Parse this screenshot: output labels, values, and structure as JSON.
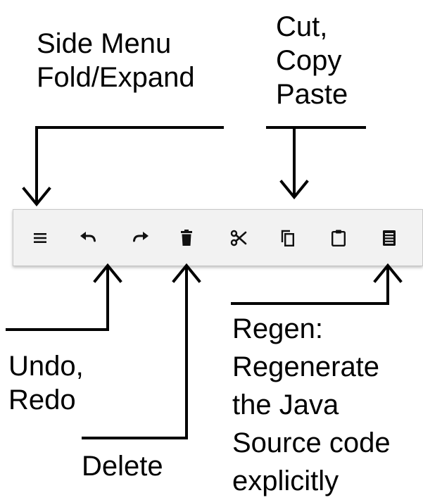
{
  "labels": {
    "side_menu": [
      "Side Menu",
      "Fold/Expand"
    ],
    "cut_copy_paste": [
      "Cut,",
      "Copy",
      "Paste"
    ],
    "undo_redo": [
      "Undo,",
      "Redo"
    ],
    "delete": "Delete",
    "regen": [
      "Regen:",
      "Regenerate",
      "the Java",
      "Source code",
      "explicitly"
    ]
  },
  "toolbar": {
    "buttons": [
      {
        "name": "menu-icon"
      },
      {
        "name": "undo-icon"
      },
      {
        "name": "redo-icon"
      },
      {
        "name": "delete-icon"
      },
      {
        "name": "cut-icon"
      },
      {
        "name": "copy-icon"
      },
      {
        "name": "paste-icon"
      },
      {
        "name": "regen-icon"
      }
    ]
  },
  "colors": {
    "toolbar_bg": "#f2f2f2",
    "icon": "#111111",
    "lines": "#000000"
  }
}
